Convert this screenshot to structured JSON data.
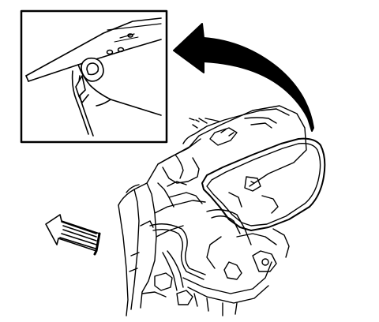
{
  "diagram": {
    "stroke_color": "#000000",
    "fill_color": "#ffffff",
    "icons": [
      "detail-inset-frame",
      "curved-callout-arrow",
      "view-direction-arrow",
      "vehicle-rear-body-illustration",
      "weatherstrip-seal-detail"
    ]
  }
}
